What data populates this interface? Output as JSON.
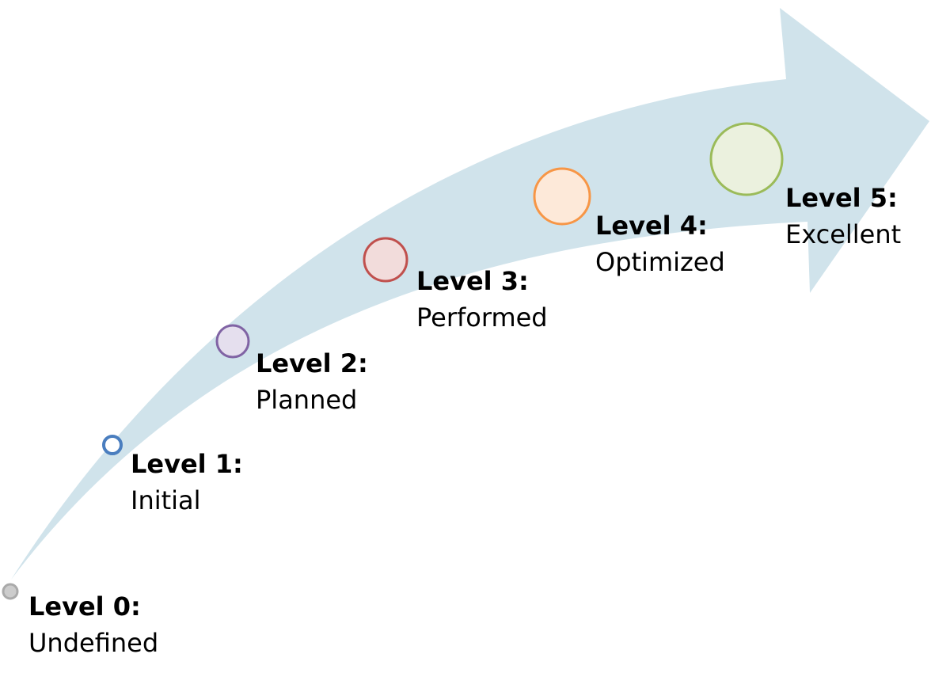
{
  "diagram": {
    "arrow_color": "#d0e3eb",
    "levels": [
      {
        "title": "Level 0:",
        "description": "Undefined",
        "stroke": "#aaaaaa",
        "fill": "#cccccc"
      },
      {
        "title": "Level 1:",
        "description": "Initial",
        "stroke": "#4a7ebf",
        "fill": "#ffffff"
      },
      {
        "title": "Level 2:",
        "description": "Planned",
        "stroke": "#8063a4",
        "fill": "#e5dfee"
      },
      {
        "title": "Level 3:",
        "description": "Performed",
        "stroke": "#c0504d",
        "fill": "#f2dcdb"
      },
      {
        "title": "Level 4:",
        "description": "Optimized",
        "stroke": "#f79646",
        "fill": "#fde9d9"
      },
      {
        "title": "Level 5:",
        "description": "Excellent",
        "stroke": "#9bbb59",
        "fill": "#ebf1de"
      }
    ]
  }
}
